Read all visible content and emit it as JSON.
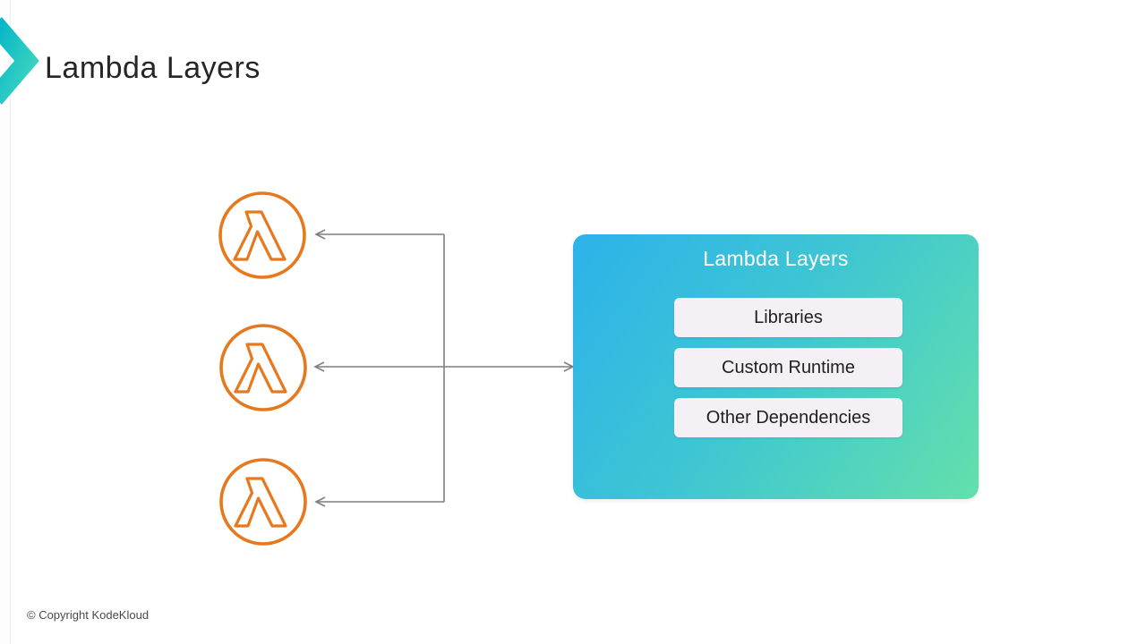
{
  "page": {
    "title": "Lambda Layers",
    "footer": "© Copyright KodeKloud"
  },
  "diagram": {
    "box": {
      "title": "Lambda Layers",
      "items": [
        "Libraries",
        "Custom Runtime",
        "Other Dependencies"
      ]
    },
    "lambda_icons": [
      {
        "name": "aws-lambda-icon"
      },
      {
        "name": "aws-lambda-icon"
      },
      {
        "name": "aws-lambda-icon"
      }
    ],
    "connectors": "arrows from shared layer box to three lambda functions"
  },
  "colors": {
    "lambda_orange": "#E6791E",
    "box_gradient_start": "#2CB2EA",
    "box_gradient_end": "#63E0AB",
    "connector_gray": "#7F7F7F",
    "pill_background": "#F5F0F5",
    "title_text": "#262626",
    "logo_teal_start": "#00B3C9",
    "logo_teal_end": "#3ED6C0"
  }
}
